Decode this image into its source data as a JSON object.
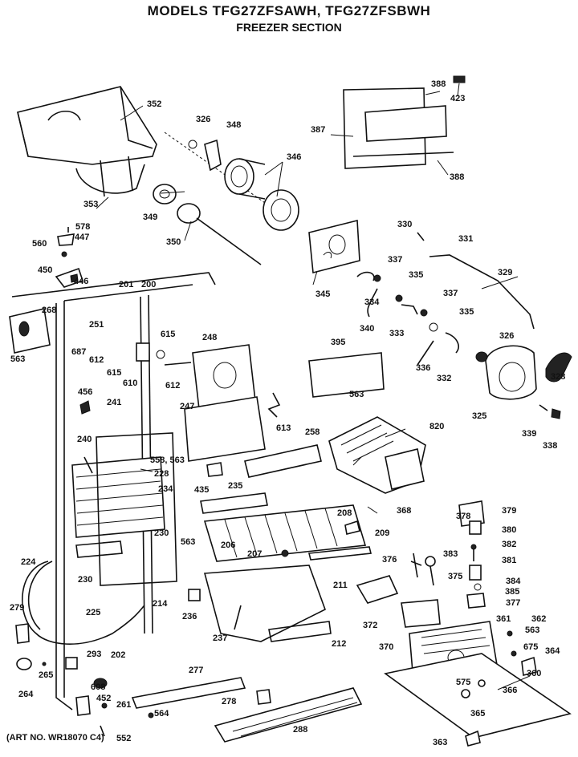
{
  "title": "MODELS TFG27ZFSAWH, TFG27ZFSBWH",
  "subtitle": "FREEZER SECTION",
  "art_number": "(ART NO. WR18070 C4)",
  "part_labels": [
    {
      "id": "352",
      "text": "352"
    },
    {
      "id": "326a",
      "text": "326"
    },
    {
      "id": "348",
      "text": "348"
    },
    {
      "id": "346",
      "text": "346"
    },
    {
      "id": "388a",
      "text": "388"
    },
    {
      "id": "423",
      "text": "423"
    },
    {
      "id": "387",
      "text": "387"
    },
    {
      "id": "388b",
      "text": "388"
    },
    {
      "id": "353",
      "text": "353"
    },
    {
      "id": "349",
      "text": "349"
    },
    {
      "id": "350",
      "text": "350"
    },
    {
      "id": "578",
      "text": "578"
    },
    {
      "id": "447",
      "text": "447"
    },
    {
      "id": "560",
      "text": "560"
    },
    {
      "id": "450",
      "text": "450"
    },
    {
      "id": "446",
      "text": "446"
    },
    {
      "id": "330",
      "text": "330"
    },
    {
      "id": "331",
      "text": "331"
    },
    {
      "id": "345",
      "text": "345"
    },
    {
      "id": "337a",
      "text": "337"
    },
    {
      "id": "335a",
      "text": "335"
    },
    {
      "id": "329",
      "text": "329"
    },
    {
      "id": "334",
      "text": "334"
    },
    {
      "id": "337b",
      "text": "337"
    },
    {
      "id": "340",
      "text": "340"
    },
    {
      "id": "333",
      "text": "333"
    },
    {
      "id": "335b",
      "text": "335"
    },
    {
      "id": "326b",
      "text": "326"
    },
    {
      "id": "201",
      "text": "201"
    },
    {
      "id": "200",
      "text": "200"
    },
    {
      "id": "268",
      "text": "268"
    },
    {
      "id": "251",
      "text": "251"
    },
    {
      "id": "615a",
      "text": "615"
    },
    {
      "id": "248",
      "text": "248"
    },
    {
      "id": "395",
      "text": "395"
    },
    {
      "id": "687",
      "text": "687"
    },
    {
      "id": "612a",
      "text": "612"
    },
    {
      "id": "615b",
      "text": "615"
    },
    {
      "id": "563a",
      "text": "563"
    },
    {
      "id": "610",
      "text": "610"
    },
    {
      "id": "612b",
      "text": "612"
    },
    {
      "id": "336",
      "text": "336"
    },
    {
      "id": "332",
      "text": "332"
    },
    {
      "id": "328",
      "text": "328"
    },
    {
      "id": "563b",
      "text": "563"
    },
    {
      "id": "456",
      "text": "456"
    },
    {
      "id": "241",
      "text": "241"
    },
    {
      "id": "247",
      "text": "247"
    },
    {
      "id": "325",
      "text": "325"
    },
    {
      "id": "613",
      "text": "613"
    },
    {
      "id": "339",
      "text": "339"
    },
    {
      "id": "820",
      "text": "820"
    },
    {
      "id": "338",
      "text": "338"
    },
    {
      "id": "240",
      "text": "240"
    },
    {
      "id": "258",
      "text": "258"
    },
    {
      "id": "558_563",
      "text": "558, 563"
    },
    {
      "id": "228",
      "text": "228"
    },
    {
      "id": "435",
      "text": "435"
    },
    {
      "id": "234",
      "text": "234"
    },
    {
      "id": "235",
      "text": "235"
    },
    {
      "id": "368",
      "text": "368"
    },
    {
      "id": "378",
      "text": "378"
    },
    {
      "id": "379",
      "text": "379"
    },
    {
      "id": "208",
      "text": "208"
    },
    {
      "id": "380",
      "text": "380"
    },
    {
      "id": "230a",
      "text": "230"
    },
    {
      "id": "563c",
      "text": "563"
    },
    {
      "id": "209",
      "text": "209"
    },
    {
      "id": "382",
      "text": "382"
    },
    {
      "id": "206",
      "text": "206"
    },
    {
      "id": "383",
      "text": "383"
    },
    {
      "id": "381",
      "text": "381"
    },
    {
      "id": "224",
      "text": "224"
    },
    {
      "id": "207",
      "text": "207"
    },
    {
      "id": "376",
      "text": "376"
    },
    {
      "id": "375",
      "text": "375"
    },
    {
      "id": "384",
      "text": "384"
    },
    {
      "id": "385",
      "text": "385"
    },
    {
      "id": "230b",
      "text": "230"
    },
    {
      "id": "211",
      "text": "211"
    },
    {
      "id": "377",
      "text": "377"
    },
    {
      "id": "214",
      "text": "214"
    },
    {
      "id": "279",
      "text": "279"
    },
    {
      "id": "225",
      "text": "225"
    },
    {
      "id": "236",
      "text": "236"
    },
    {
      "id": "372",
      "text": "372"
    },
    {
      "id": "361",
      "text": "361"
    },
    {
      "id": "362",
      "text": "362"
    },
    {
      "id": "237",
      "text": "237"
    },
    {
      "id": "563d",
      "text": "563"
    },
    {
      "id": "212",
      "text": "212"
    },
    {
      "id": "370",
      "text": "370"
    },
    {
      "id": "675",
      "text": "675"
    },
    {
      "id": "202",
      "text": "202"
    },
    {
      "id": "293",
      "text": "293"
    },
    {
      "id": "364",
      "text": "364"
    },
    {
      "id": "277",
      "text": "277"
    },
    {
      "id": "265",
      "text": "265"
    },
    {
      "id": "608",
      "text": "608"
    },
    {
      "id": "360",
      "text": "360"
    },
    {
      "id": "575",
      "text": "575"
    },
    {
      "id": "264",
      "text": "264"
    },
    {
      "id": "366",
      "text": "366"
    },
    {
      "id": "452",
      "text": "452"
    },
    {
      "id": "278",
      "text": "278"
    },
    {
      "id": "261",
      "text": "261"
    },
    {
      "id": "365",
      "text": "365"
    },
    {
      "id": "564",
      "text": "564"
    },
    {
      "id": "552",
      "text": "552"
    },
    {
      "id": "288",
      "text": "288"
    },
    {
      "id": "363",
      "text": "363"
    }
  ]
}
